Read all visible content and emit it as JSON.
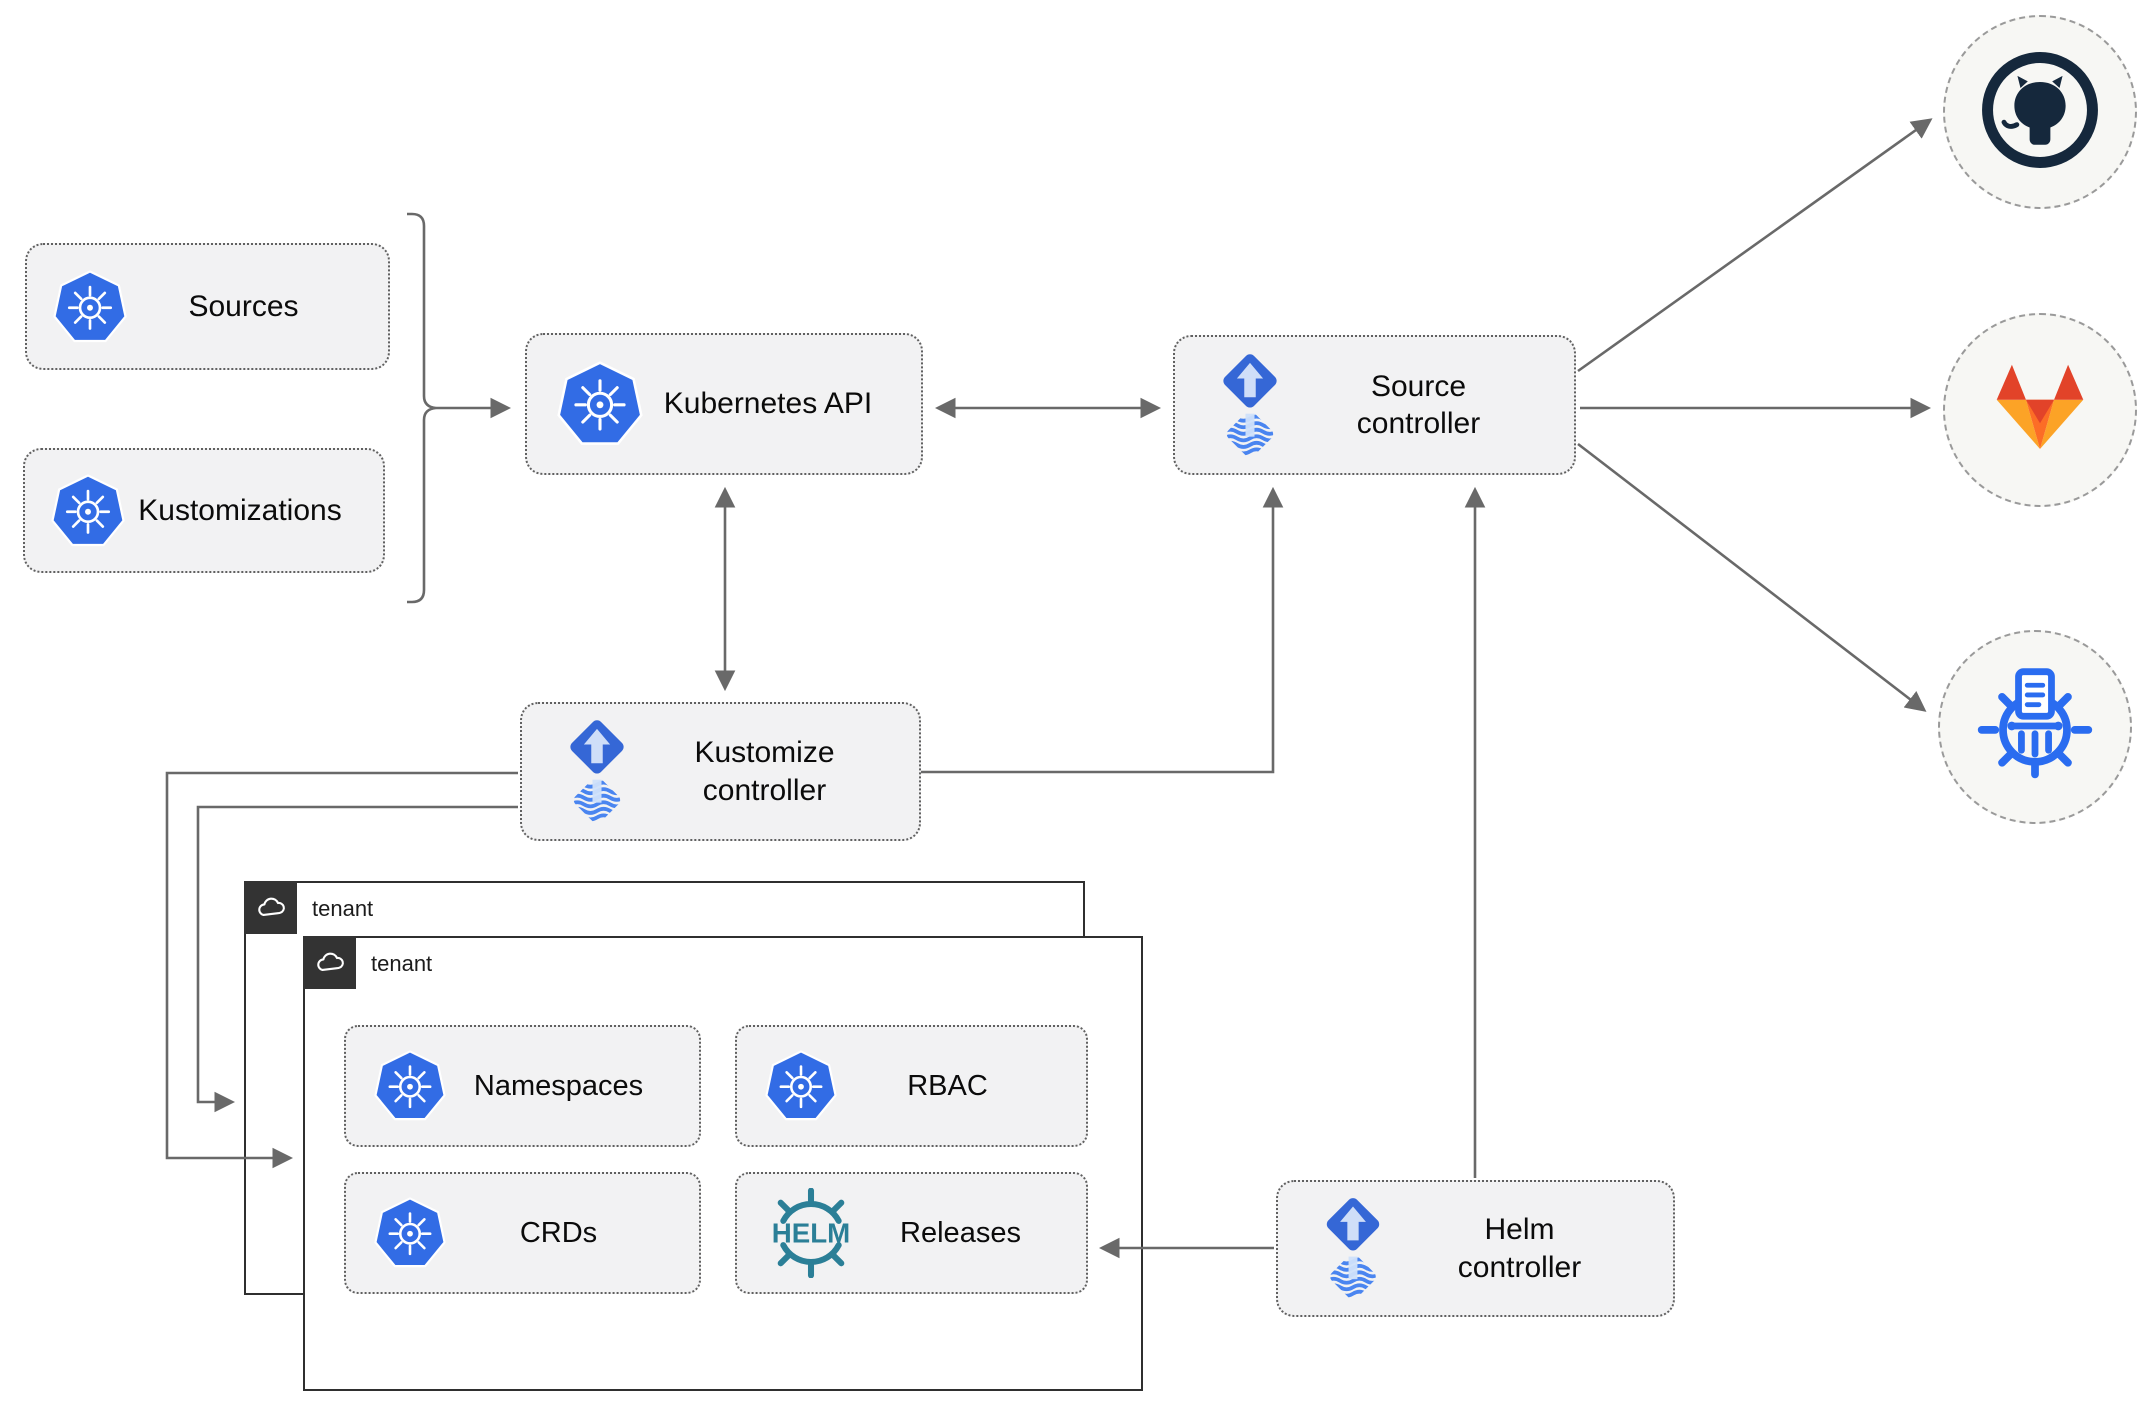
{
  "nodes": {
    "sources": {
      "label": "Sources"
    },
    "kustomizations": {
      "label": "Kustomizations"
    },
    "kubernetes_api": {
      "label": "Kubernetes API"
    },
    "source_controller": {
      "label_line1": "Source",
      "label_line2": "controller"
    },
    "kustomize_controller": {
      "label_line1": "Kustomize",
      "label_line2": "controller"
    },
    "helm_controller": {
      "label_line1": "Helm",
      "label_line2": "controller"
    },
    "tenant_back": {
      "label": "tenant"
    },
    "tenant_front": {
      "label": "tenant"
    },
    "namespaces": {
      "label": "Namespaces"
    },
    "rbac": {
      "label": "RBAC"
    },
    "crds": {
      "label": "CRDs"
    },
    "releases": {
      "label": "Releases",
      "wheel_text": "HELM"
    }
  },
  "external_targets": [
    {
      "name": "github",
      "icon": "github-icon"
    },
    {
      "name": "gitlab",
      "icon": "gitlab-icon"
    },
    {
      "name": "chartmuseum",
      "icon": "chartmuseum-icon"
    }
  ],
  "edges": [
    {
      "from": "sources+kustomizations",
      "to": "kubernetes_api",
      "style": "arrow"
    },
    {
      "from": "kubernetes_api",
      "to": "source_controller",
      "style": "double-arrow"
    },
    {
      "from": "kubernetes_api",
      "to": "kustomize_controller",
      "style": "double-arrow"
    },
    {
      "from": "kustomize_controller",
      "to": "source_controller",
      "style": "arrow"
    },
    {
      "from": "helm_controller",
      "to": "source_controller",
      "style": "arrow"
    },
    {
      "from": "helm_controller",
      "to": "releases",
      "style": "arrow"
    },
    {
      "from": "kustomize_controller",
      "to": "tenant_front",
      "style": "arrow"
    },
    {
      "from": "kustomize_controller",
      "to": "tenant_back",
      "style": "arrow"
    },
    {
      "from": "source_controller",
      "to": "github",
      "style": "arrow"
    },
    {
      "from": "source_controller",
      "to": "gitlab",
      "style": "arrow"
    },
    {
      "from": "source_controller",
      "to": "chartmuseum",
      "style": "arrow"
    }
  ],
  "colors": {
    "box_bg": "#f2f2f3",
    "box_border": "#606060",
    "line": "#696969",
    "kubernetes_blue": "#326ce5",
    "flux_blue": "#3567d6",
    "flux_stripe": "#4a85f0",
    "flux_arrow_light": "#cfdef8",
    "helm_teal": "#2b7f97",
    "chartmuseum_blue": "#2a6cf0",
    "github_dark": "#15283c",
    "gitlab_red": "#e24329",
    "gitlab_orange": "#fc6d26",
    "gitlab_amber": "#fca326",
    "tenant_border": "#2f2f2f",
    "tenant_tab_bg": "#333333"
  }
}
